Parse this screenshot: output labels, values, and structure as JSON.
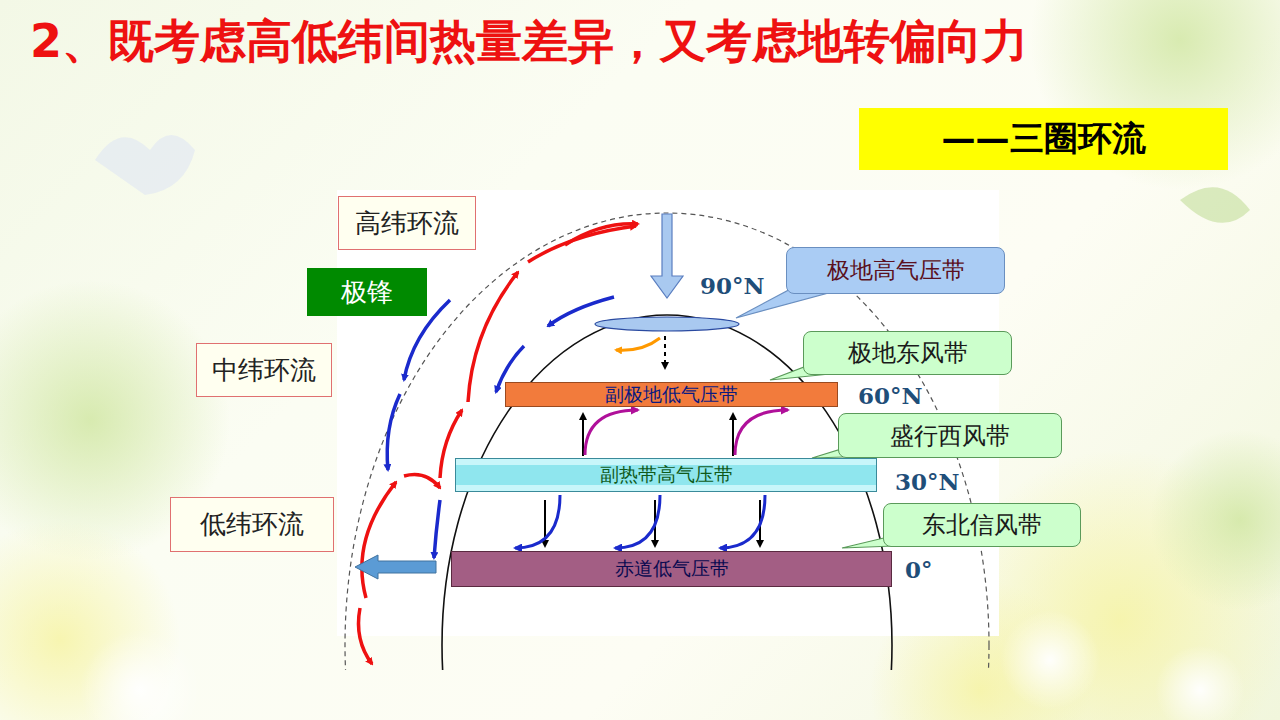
{
  "diagram": {
    "title": "2、既考虑高低纬间热量差异，又考虑地转偏向力",
    "nodes": [
      {
        "text": [
          "——三圈环流"
        ]
      },
      {
        "text": [
          "高纬环流"
        ]
      },
      {
        "text": [
          "极锋"
        ]
      },
      {
        "text": [
          "极地高气压带"
        ]
      },
      {
        "text": [
          "中纬环流"
        ]
      },
      {
        "text": [
          "极地东风带"
        ]
      },
      {
        "text": [
          "副极地低气压带"
        ]
      },
      {
        "text": [
          "盛行西风带"
        ]
      },
      {
        "text": [
          "副热带高气压带"
        ]
      },
      {
        "text": [
          "低纬环流"
        ]
      },
      {
        "text": [
          "东北信风带"
        ]
      },
      {
        "text": [
          "赤道低气压带"
        ]
      }
    ],
    "edges": [
      {
        "from": 8,
        "to": 6,
        "arrow": "to"
      },
      {
        "from": 8,
        "to": 6,
        "arrow": "to"
      },
      {
        "from": 8,
        "to": 11,
        "arrow": "to"
      },
      {
        "from": 8,
        "to": 11,
        "arrow": "to"
      },
      {
        "from": 8,
        "to": 11,
        "arrow": "to"
      }
    ],
    "labels": [
      "90°N",
      "60°N",
      "30°N",
      "0°"
    ]
  }
}
